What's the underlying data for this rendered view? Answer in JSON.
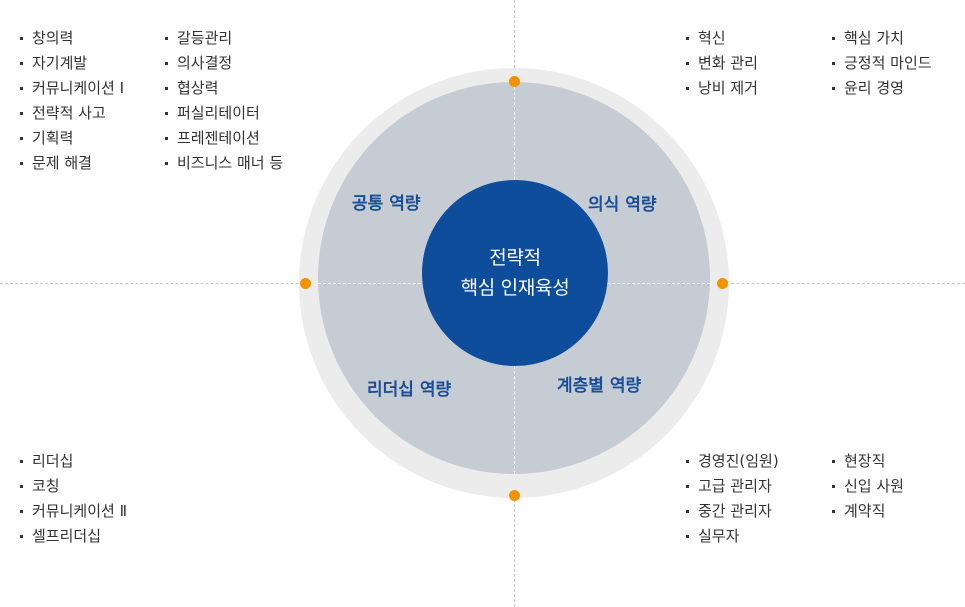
{
  "center": {
    "line1": "전략적",
    "line2": "핵심 인재육성"
  },
  "quadrants": {
    "common": "공통 역량",
    "mindset": "의식 역량",
    "leadership": "리더십 역량",
    "tier": "계층별 역량"
  },
  "lists": {
    "top_left_a": [
      "창의력",
      "자기계발",
      "커뮤니케이션 Ⅰ",
      "전략적 사고",
      "기획력",
      "문제 해결"
    ],
    "top_left_b": [
      "갈등관리",
      "의사결정",
      "협상력",
      "퍼실리테이터",
      "프레젠테이션",
      "비즈니스 매너 등"
    ],
    "top_right_a": [
      "혁신",
      "변화 관리",
      "낭비 제거"
    ],
    "top_right_b": [
      "핵심 가치",
      "긍정적 마인드",
      "윤리 경영"
    ],
    "bottom_left": [
      "리더십",
      "코칭",
      "커뮤니케이션 Ⅱ",
      "셀프리더십"
    ],
    "bottom_right_a": [
      "경영진(임원)",
      "고급 관리자",
      "중간 관리자",
      "실무자"
    ],
    "bottom_right_b": [
      "현장직",
      "신입 사원",
      "계약직"
    ]
  },
  "colors": {
    "core": "#0e4c9c",
    "ring_inner": "#c6ccd3",
    "ring_outer": "#ececec",
    "accent_dot": "#f39200",
    "label": "#1b4e96"
  }
}
